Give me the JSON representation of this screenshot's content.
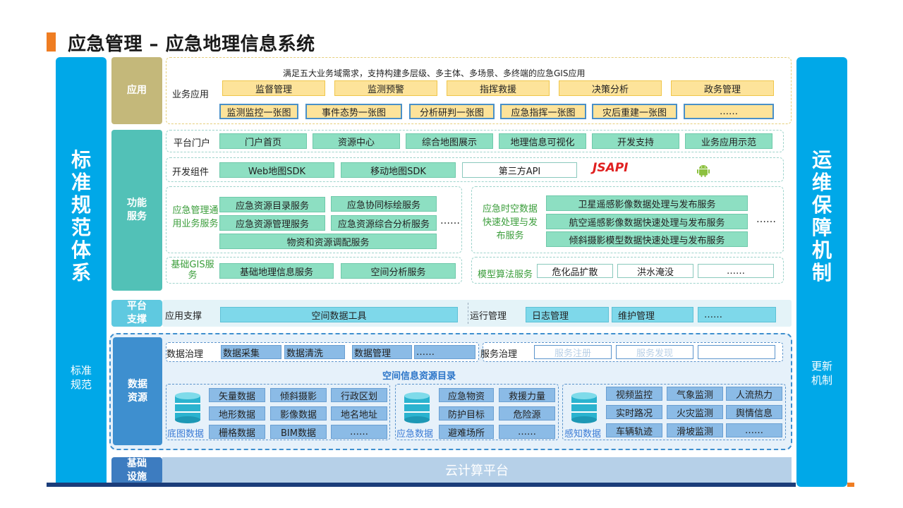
{
  "title": "应急管理 – 应急地理信息系统",
  "left_side": {
    "title": "标准规范体系",
    "sub": "标准规范"
  },
  "right_side": {
    "title": "运维保障机制",
    "sub": "更新机制"
  },
  "app_layer": {
    "label": "应用",
    "subtitle": "满足五大业务域需求，支持构建多层级、多主体、多场景、多终端的应急GIS应用",
    "row_label": "业务应用",
    "row1": [
      "监督管理",
      "监测预警",
      "指挥救援",
      "决策分析",
      "政务管理"
    ],
    "row2": [
      "监测监控一张图",
      "事件态势一张图",
      "分析研判一张图",
      "应急指挥一张图",
      "灾后重建一张图",
      "……"
    ]
  },
  "func_layer": {
    "label": "功能服务",
    "portal_label": "平台门户",
    "portal": [
      "门户首页",
      "资源中心",
      "综合地图展示",
      "地理信息可视化",
      "开发支持",
      "业务应用示范"
    ],
    "dev_label": "开发组件",
    "dev": [
      "Web地图SDK",
      "移动地图SDK",
      "第三方API"
    ],
    "jsapi": "JSAPI",
    "emergency_label": "应急管理通用业务服务",
    "emergency": [
      "应急资源目录服务",
      "应急协同标绘服务",
      "应急资源管理服务",
      "应急资源综合分析服务",
      "物资和资源调配服务"
    ],
    "emergency_more": "……",
    "spatio_label": "应急时空数据快速处理与发布服务",
    "spatio": [
      "卫星遥感影像数据处理与发布服务",
      "航空遥感影像数据快速处理与发布服务",
      "倾斜摄影模型数据快速处理与发布服务"
    ],
    "spatio_more": "……",
    "gis_label": "基础GIS服务",
    "gis": [
      "基础地理信息服务",
      "空间分析服务"
    ],
    "model_label": "模型算法服务",
    "model": [
      "危化品扩散",
      "洪水淹没",
      "……"
    ]
  },
  "platform_layer": {
    "label": "平台支撑",
    "support_label": "应用支撑",
    "support": "空间数据工具",
    "ops_label": "运行管理",
    "ops": [
      "日志管理",
      "维护管理",
      "……"
    ]
  },
  "data_layer": {
    "label": "数据资源",
    "gov_label": "数据治理",
    "gov": [
      "数据采集",
      "数据清洗",
      "数据管理",
      "……"
    ],
    "svc_label": "服务治理",
    "svc": [
      "服务注册",
      "服务发现",
      ""
    ],
    "catalog": "空间信息资源目录",
    "base": {
      "name": "底图数据",
      "items": [
        "矢量数据",
        "倾斜摄影",
        "行政区划",
        "地形数据",
        "影像数据",
        "地名地址",
        "栅格数据",
        "BIM数据",
        "……"
      ]
    },
    "emerg": {
      "name": "应急数据",
      "items": [
        "应急物资",
        "救援力量",
        "防护目标",
        "危险源",
        "避难场所",
        "……"
      ]
    },
    "sense": {
      "name": "感知数据",
      "items": [
        "视频监控",
        "气象监测",
        "人流热力",
        "实时路况",
        "火灾监测",
        "舆情信息",
        "车辆轨迹",
        "滑坡监测",
        "……"
      ]
    }
  },
  "infra_layer": {
    "label": "基础设施",
    "cloud": "云计算平台"
  },
  "colors": {
    "accent": "#ef7d22",
    "side": "#00a8e8",
    "app": "#c4b87a",
    "func": "#52c1b7",
    "platform": "#5fc9e0",
    "data": "#3e8fcf",
    "infra": "#3d7cc0"
  }
}
